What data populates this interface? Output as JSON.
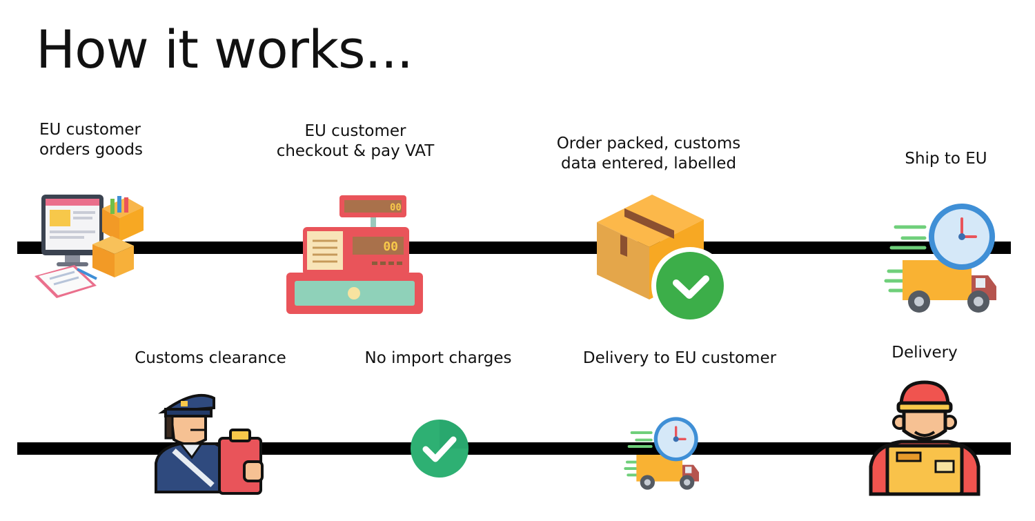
{
  "title": "How it works...",
  "steps": [
    {
      "label_lines": [
        "EU customer",
        "orders goods"
      ],
      "icon": "computer-order-icon"
    },
    {
      "label_lines": [
        "EU customer",
        "checkout & pay VAT"
      ],
      "icon": "cash-register-icon",
      "register_display": "00"
    },
    {
      "label_lines": [
        "Order packed, customs",
        "data entered, labelled"
      ],
      "icon": "packed-box-check-icon"
    },
    {
      "label_lines": [
        "Ship to EU"
      ],
      "icon": "delivery-truck-clock-icon"
    },
    {
      "label_lines": [
        "Customs clearance"
      ],
      "icon": "customs-officer-icon"
    },
    {
      "label_lines": [
        "No import charges"
      ],
      "icon": "check-circle-icon"
    },
    {
      "label_lines": [
        "Delivery to EU customer"
      ],
      "icon": "delivery-truck-clock-icon"
    },
    {
      "label_lines": [
        "Delivery"
      ],
      "icon": "courier-icon"
    }
  ],
  "colors": {
    "rail": "#000000",
    "check_green": "#3cae49",
    "box_orange": "#f7a823",
    "register_red": "#e9545a",
    "clock_blue": "#3f8fd6"
  }
}
